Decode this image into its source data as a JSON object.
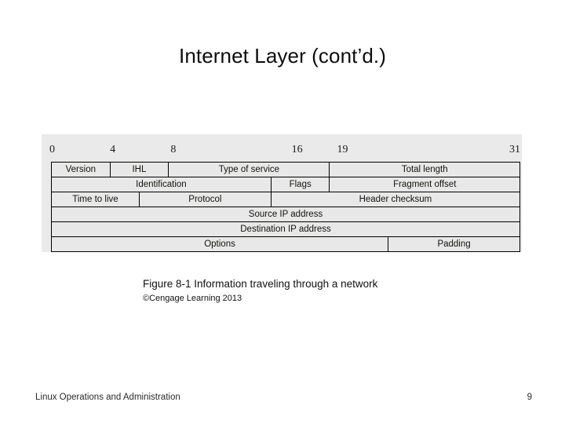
{
  "slide": {
    "title": "Internet Layer (cont’d.)",
    "page_number": "9",
    "footer_text": "Linux Operations and Administration"
  },
  "figure": {
    "caption": "Figure 8-1 Information traveling through a network",
    "credit": "©Cengage Learning 2013",
    "background_color": "#eaeaea",
    "cell_background_color": "#e8e8e8",
    "border_color": "#000000",
    "bit_ruler": [
      {
        "label": "0",
        "left_pct": 0.0
      },
      {
        "label": "4",
        "left_pct": 15.0
      },
      {
        "label": "8",
        "left_pct": 30.0
      },
      {
        "label": "16",
        "left_pct": 55.5
      },
      {
        "label": "19",
        "left_pct": 67.0
      },
      {
        "label": "31",
        "left_pct": 97.5
      }
    ],
    "rows": [
      {
        "name": "row-1",
        "cells": [
          {
            "label": "Version",
            "span": 4
          },
          {
            "label": "IHL",
            "span": 4
          },
          {
            "label": "Type of service",
            "span": 11
          },
          {
            "label": "Total length",
            "span": 13
          }
        ]
      },
      {
        "name": "row-2",
        "cells": [
          {
            "label": "Identification",
            "span": 15
          },
          {
            "label": "Flags",
            "span": 4
          },
          {
            "label": "Fragment offset",
            "span": 13
          }
        ]
      },
      {
        "name": "row-3",
        "cells": [
          {
            "label": "Time to live",
            "span": 6
          },
          {
            "label": "Protocol",
            "span": 9
          },
          {
            "label": "Header checksum",
            "span": 17
          }
        ]
      },
      {
        "name": "row-4",
        "cells": [
          {
            "label": "Source IP address",
            "span": 32
          }
        ]
      },
      {
        "name": "row-5",
        "cells": [
          {
            "label": "Destination IP address",
            "span": 32
          }
        ]
      },
      {
        "name": "row-6",
        "cells": [
          {
            "label": "Options",
            "span": 23
          },
          {
            "label": "Padding",
            "span": 9
          }
        ]
      }
    ]
  }
}
